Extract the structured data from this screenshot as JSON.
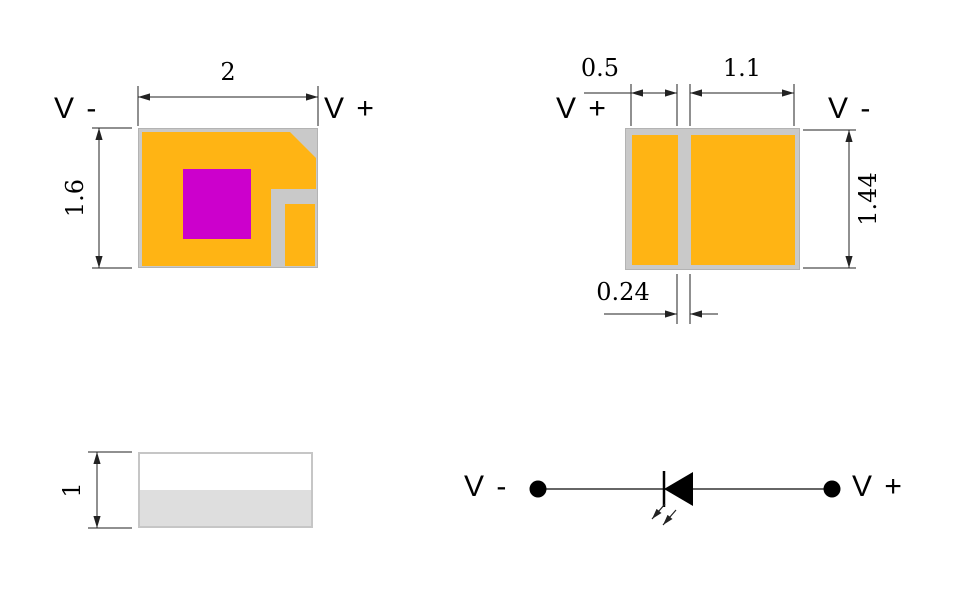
{
  "top_view": {
    "width_dim": "2",
    "height_dim": "1.6",
    "neg_label": "V -",
    "pos_label": "V +"
  },
  "pad_view": {
    "left_pad_dim": "0.5",
    "right_pad_dim": "1.1",
    "height_dim": "1.44",
    "gap_dim": "0.24",
    "pos_label": "V +",
    "neg_label": "V -"
  },
  "side_view": {
    "thickness_dim": "1"
  },
  "circuit": {
    "neg_label": "V -",
    "pos_label": "V +"
  },
  "colors": {
    "pad_orange": "#ffb414",
    "die_magenta": "#cc00cc",
    "substrate_gray": "#c9c9c9",
    "side_shade_gray": "#dedede"
  }
}
